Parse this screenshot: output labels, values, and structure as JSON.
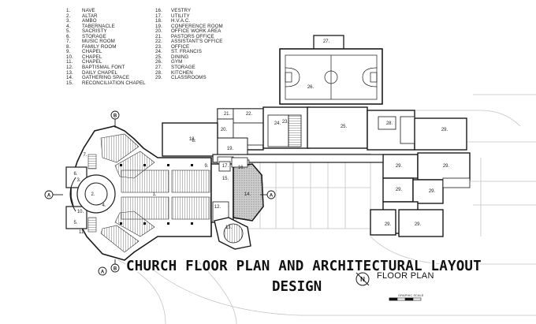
{
  "legend": [
    {
      "n": "1.",
      "label": "NAVE"
    },
    {
      "n": "2.",
      "label": "ALTAR"
    },
    {
      "n": "3.",
      "label": "AMBO"
    },
    {
      "n": "4.",
      "label": "TABERNACLE"
    },
    {
      "n": "5.",
      "label": "SACRISTY"
    },
    {
      "n": "6.",
      "label": "STORAGE"
    },
    {
      "n": "7.",
      "label": "MUSIC ROOM"
    },
    {
      "n": "8.",
      "label": "FAMILY ROOM"
    },
    {
      "n": "9.",
      "label": "CHAPEL"
    },
    {
      "n": "10.",
      "label": "CHAPEL"
    },
    {
      "n": "11.",
      "label": "CHAPEL"
    },
    {
      "n": "12.",
      "label": "BAPTISMAL FONT"
    },
    {
      "n": "13.",
      "label": "DAILY CHAPEL"
    },
    {
      "n": "14.",
      "label": "GATHERING SPACE"
    },
    {
      "n": "15.",
      "label": "RECONCILIATION CHAPEL"
    },
    {
      "n": "16.",
      "label": "VESTRY"
    },
    {
      "n": "17.",
      "label": "UTILITY"
    },
    {
      "n": "18.",
      "label": "H.V.A.C."
    },
    {
      "n": "19.",
      "label": "CONFERENCE ROOM"
    },
    {
      "n": "20.",
      "label": "OFFICE WORK AREA"
    },
    {
      "n": "21.",
      "label": "PASTORS OFFICE"
    },
    {
      "n": "22.",
      "label": "ASSISTANT'S OFFICE"
    },
    {
      "n": "23.",
      "label": "OFFICE"
    },
    {
      "n": "24.",
      "label": "ST. FRANCIS"
    },
    {
      "n": "25.",
      "label": "DINING"
    },
    {
      "n": "26.",
      "label": "GYM"
    },
    {
      "n": "27.",
      "label": "STORAGE"
    },
    {
      "n": "28.",
      "label": "KITCHEN"
    },
    {
      "n": "29.",
      "label": "CLASSROOMS"
    }
  ],
  "title_line1": "CHURCH FLOOR PLAN AND ARCHITECTURAL LAYOUT",
  "title_line2": "DESIGN",
  "floor_plan_label": "FLOOR PLAN",
  "graphic_scale_label": "GRAPHIC SCALE",
  "north_letter": "N",
  "section_markers": [
    "A",
    "A",
    "A",
    "B",
    "B"
  ],
  "room_numbers": [
    "1.",
    "2.",
    "3.",
    "4.",
    "5.",
    "6.",
    "7.",
    "8.",
    "9.",
    "10.",
    "11.",
    "12.",
    "13.",
    "14.",
    "15.",
    "16.",
    "17.",
    "18.",
    "19.",
    "20.",
    "21.",
    "22.",
    "23.",
    "24.",
    "25.",
    "26.",
    "27.",
    "28.",
    "29.",
    "29.",
    "29.",
    "29.",
    "29.",
    "29.",
    "29."
  ],
  "colors": {
    "line": "#1a1a1a",
    "hatch": "#9a9a9a",
    "gathering_fill": "#cfcfcf",
    "light_line": "#bdbdbd"
  }
}
